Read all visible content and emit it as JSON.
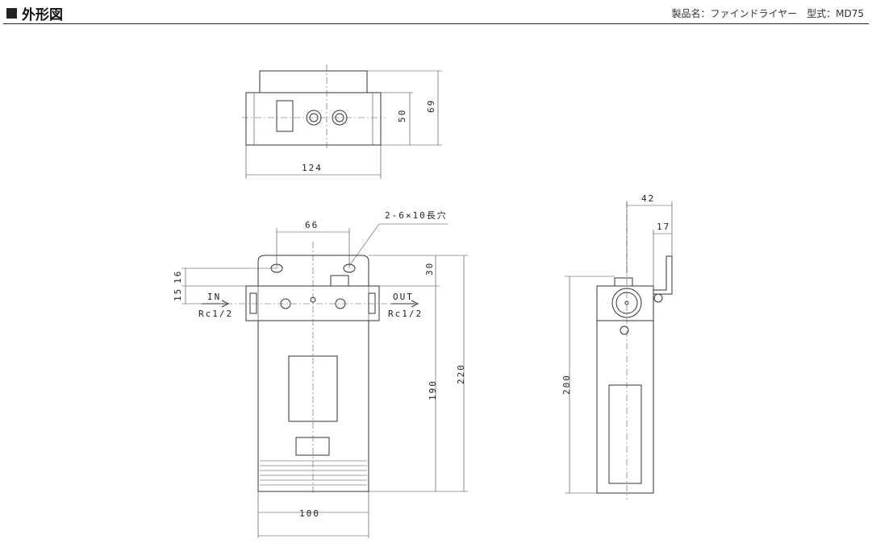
{
  "header": {
    "title": "外形図",
    "product": "製品名：ファインドライヤー　型式：MD75"
  },
  "drawing": {
    "top_view": {
      "width": "124",
      "height_body": "50",
      "height_total": "69"
    },
    "front_view": {
      "hole_pitch": "66",
      "hole_note": "2-6×10長穴",
      "bracket_height": "30",
      "dim_16": "16",
      "dim_15": "15",
      "inlet": "IN",
      "inlet_thread": "Rc1/2",
      "outlet": "OUT",
      "outlet_thread": "Rc1/2",
      "body_height": "190",
      "total_height": "220",
      "width": "100"
    },
    "side_view": {
      "depth": "42",
      "bracket_offset": "17",
      "height": "200"
    }
  }
}
